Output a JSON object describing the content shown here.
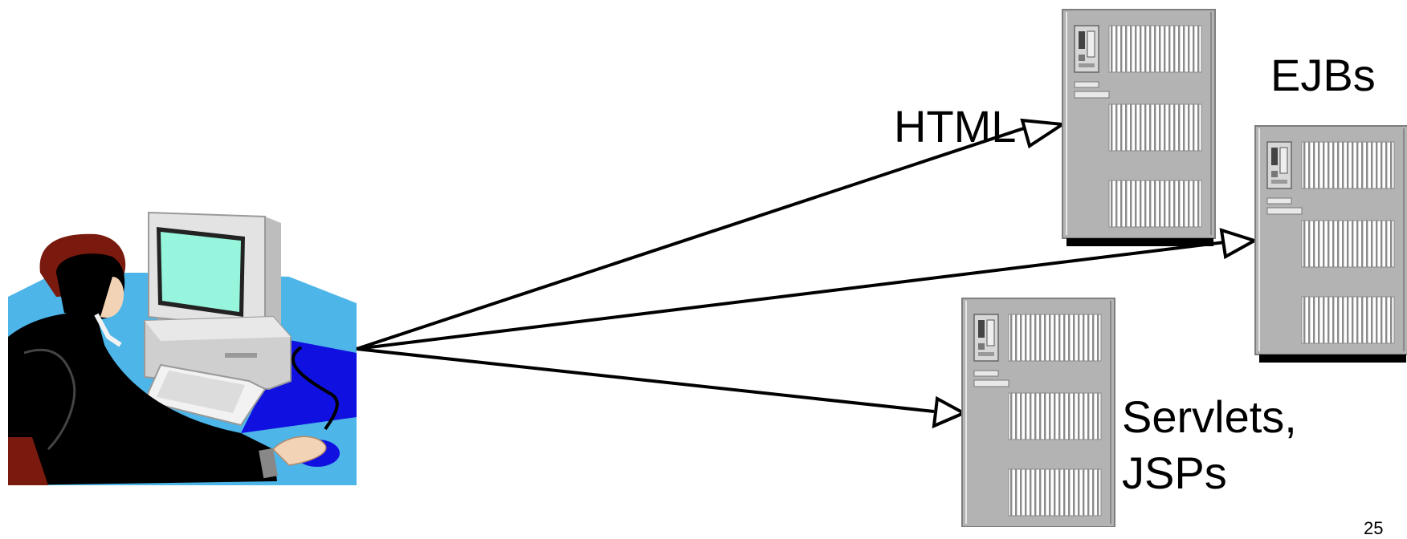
{
  "labels": {
    "html": "HTML",
    "ejbs": "EJBs",
    "servlets_line1": "Servlets,",
    "servlets_line2": "JSPs"
  },
  "slide_number": "25",
  "colors": {
    "desk": "#4db5e8",
    "mousepad": "#1010e0",
    "monitor_screen": "#96f5dc",
    "computer_body": "#d6d6d6",
    "server_body": "#b3b3b3",
    "hair": "#7a1a0e",
    "suit": "#000000",
    "arrow": "#000000"
  },
  "icons": [
    "user-at-computer-icon",
    "server-icon"
  ]
}
